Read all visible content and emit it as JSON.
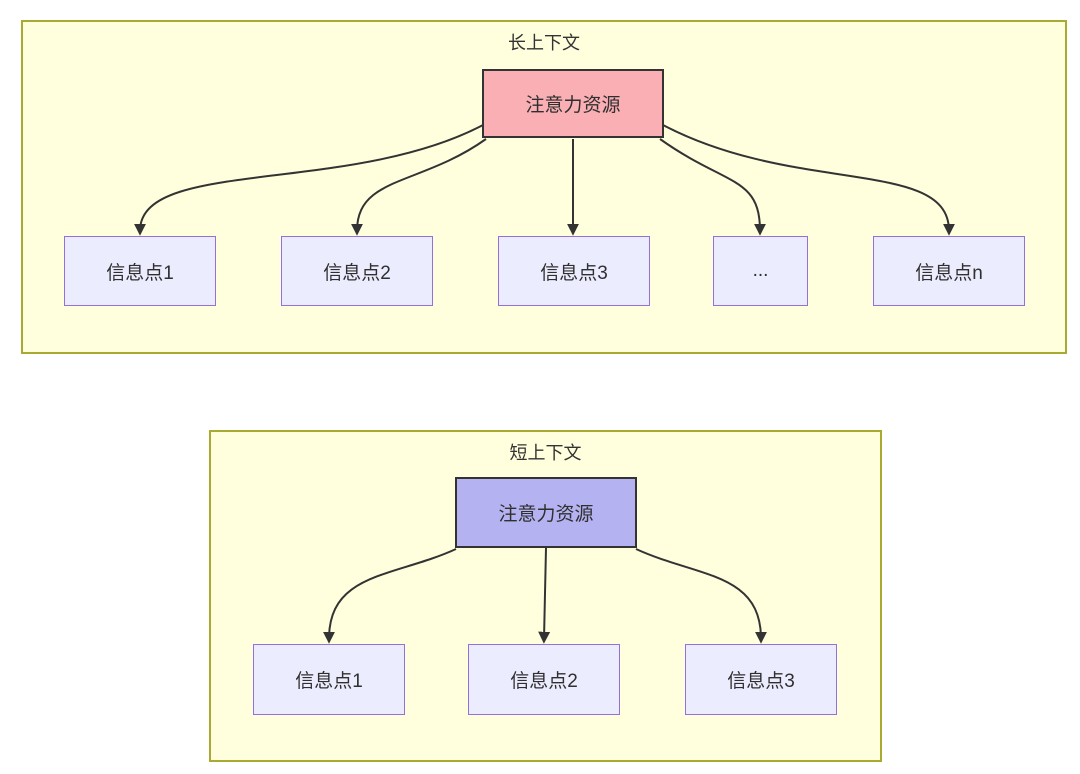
{
  "diagram": {
    "type": "flowchart",
    "long_context": {
      "title": "长上下文",
      "root": {
        "label": "注意力资源"
      },
      "children": [
        {
          "label": "信息点1"
        },
        {
          "label": "信息点2"
        },
        {
          "label": "信息点3"
        },
        {
          "label": "..."
        },
        {
          "label": "信息点n"
        }
      ]
    },
    "short_context": {
      "title": "短上下文",
      "root": {
        "label": "注意力资源"
      },
      "children": [
        {
          "label": "信息点1"
        },
        {
          "label": "信息点2"
        },
        {
          "label": "信息点3"
        }
      ]
    },
    "colors": {
      "page_background": "#ffffff",
      "cluster_fill": "#ffffde",
      "cluster_border": "#aaaa33",
      "leaf_fill": "#ececff",
      "leaf_border": "#9370db",
      "long_root_fill": "#f9afb4",
      "short_root_fill": "#b5b2f2",
      "root_border": "#333333",
      "arrow": "#333333",
      "text": "#333333"
    }
  }
}
